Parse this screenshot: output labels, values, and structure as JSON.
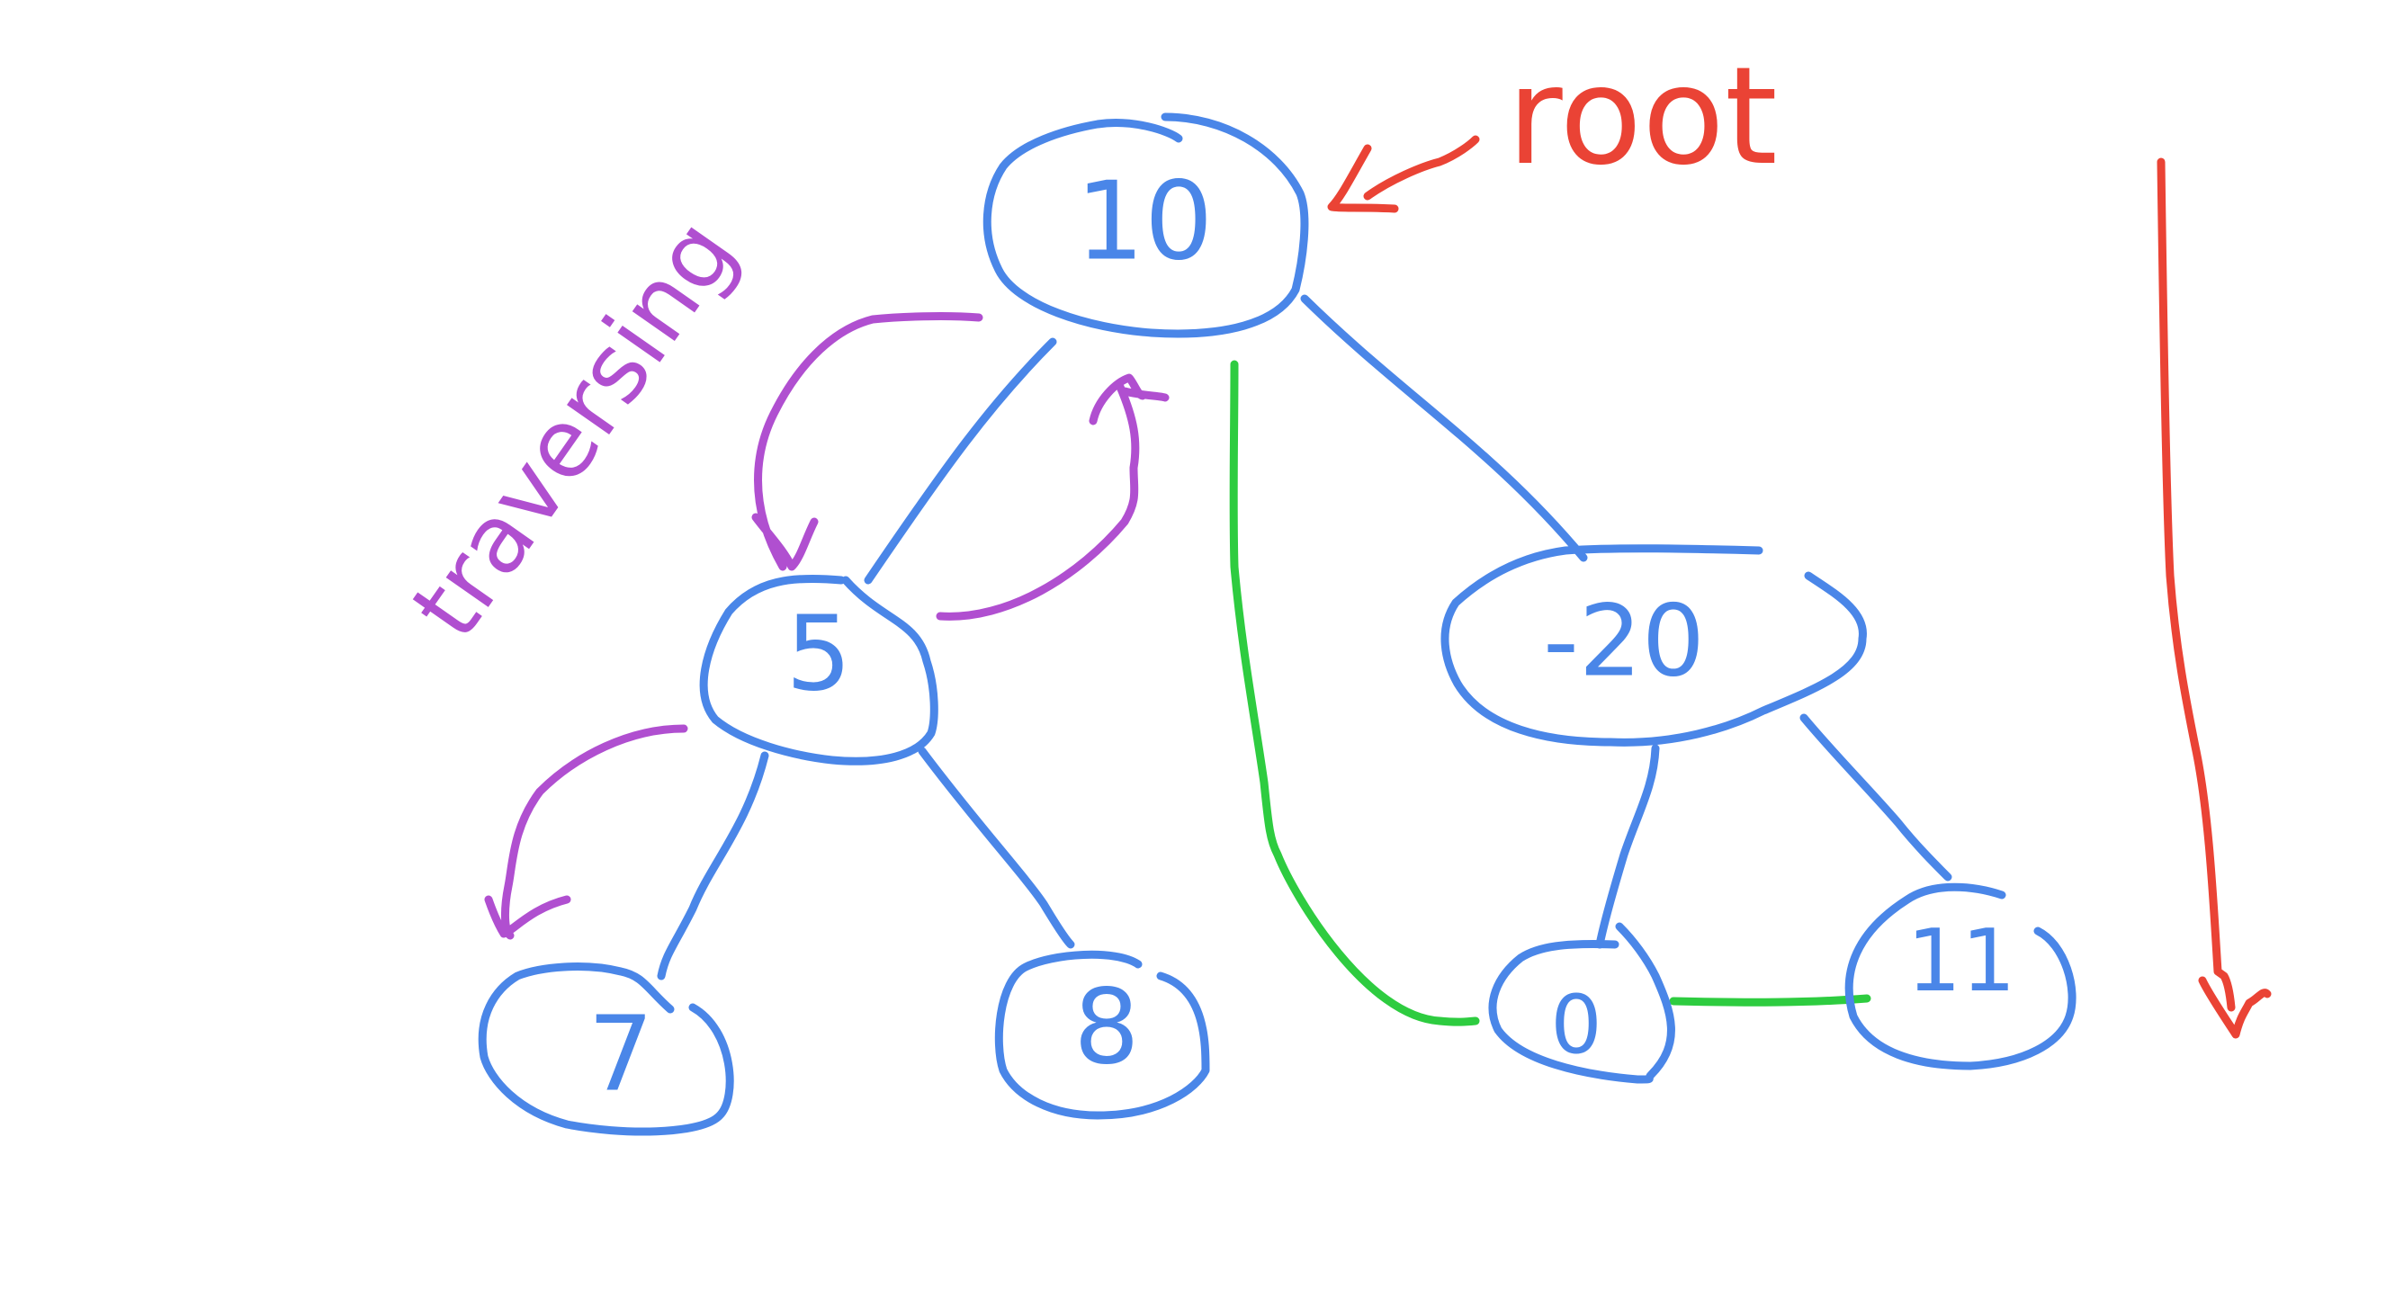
{
  "colors": {
    "background": "#ffffff",
    "tree": "#4a86e8",
    "root_annotation": "#ea4335",
    "traverse_annotation": "#b04fd0",
    "highlight_path": "#2ecc40"
  },
  "tree": {
    "nodes": [
      {
        "id": "n10",
        "label": "10"
      },
      {
        "id": "n5",
        "label": "5"
      },
      {
        "id": "n-20",
        "label": "-20"
      },
      {
        "id": "n7",
        "label": "7"
      },
      {
        "id": "n8",
        "label": "8"
      },
      {
        "id": "n0",
        "label": "0"
      },
      {
        "id": "n11",
        "label": "11"
      }
    ],
    "edges": [
      {
        "from": "n10",
        "to": "n5"
      },
      {
        "from": "n10",
        "to": "n-20"
      },
      {
        "from": "n5",
        "to": "n7"
      },
      {
        "from": "n5",
        "to": "n8"
      },
      {
        "from": "n-20",
        "to": "n0"
      },
      {
        "from": "n-20",
        "to": "n11"
      }
    ]
  },
  "annotations": {
    "root_label": "root",
    "traverse_label": "traversing"
  }
}
